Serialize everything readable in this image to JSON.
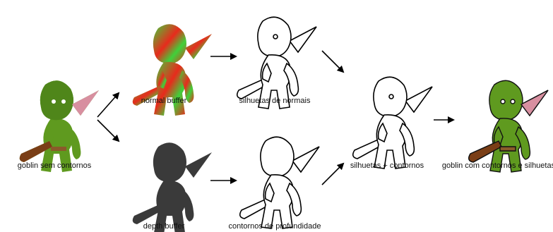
{
  "labels": {
    "goblin_plain": "goblin sem contornos",
    "normal_buffer": "normal buffer",
    "normal_silhouettes": "silhuetas de normais",
    "depth_buffer": "depth buffer",
    "depth_contours": "contornos de profundidade",
    "combined": "silhuetas + contornos",
    "goblin_final": "goblin com contornos e silhuetas"
  },
  "colors": {
    "goblin_skin": "#5f9a1f",
    "goblin_skin_dark": "#2f5a0d",
    "goblin_ear": "#d88fa0",
    "club": "#7a3e16",
    "normal_red": "#e82a1c",
    "normal_green": "#3fd13a",
    "depth_gray": "#3a3a3a",
    "outline": "#000000",
    "arrow": "#000000"
  },
  "icons": [
    "goblin-render-icon",
    "normal-buffer-render-icon",
    "depth-buffer-render-icon",
    "line-drawing-icon",
    "arrow-icon"
  ]
}
